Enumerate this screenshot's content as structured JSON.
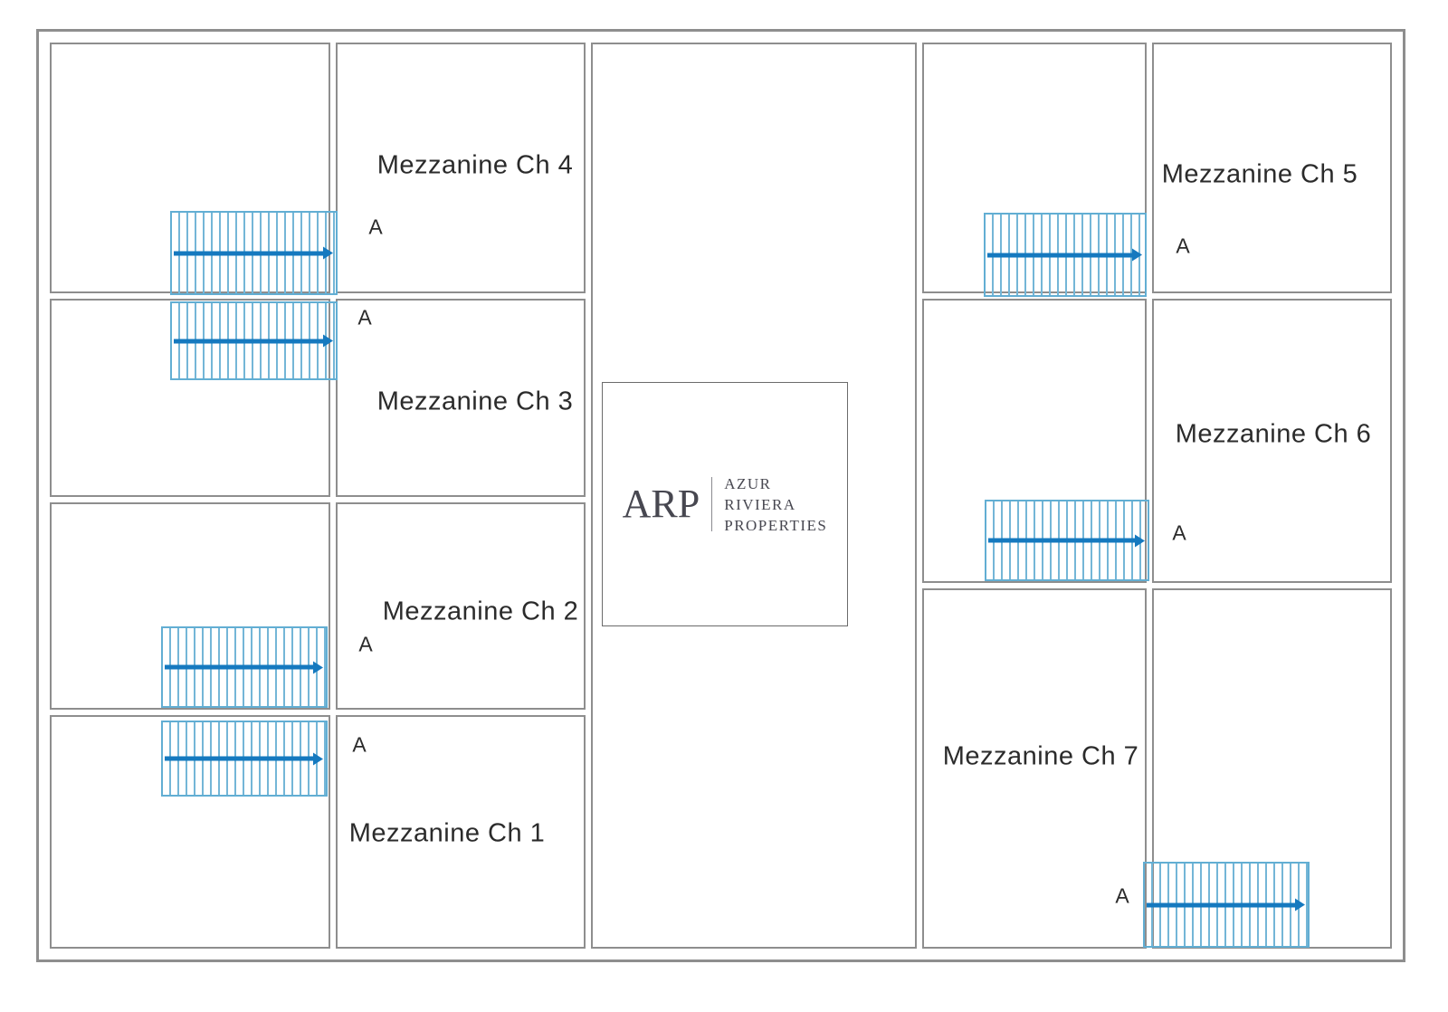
{
  "logo": {
    "monogram": "ARP",
    "lines": [
      "AZUR",
      "RIVIERA",
      "PROPERTIES"
    ]
  },
  "rooms": {
    "ch1": {
      "label": "Mezzanine Ch 1",
      "marker": "A"
    },
    "ch2": {
      "label": "Mezzanine Ch 2",
      "marker": "A"
    },
    "ch3": {
      "label": "Mezzanine Ch 3",
      "marker": "A"
    },
    "ch4": {
      "label": "Mezzanine Ch 4",
      "marker": "A"
    },
    "ch5": {
      "label": "Mezzanine Ch 5",
      "marker": "A"
    },
    "ch6": {
      "label": "Mezzanine Ch 6",
      "marker": "A"
    },
    "ch7": {
      "label": "Mezzanine Ch 7",
      "marker": "A"
    }
  },
  "colors": {
    "wall": "#8e8e8e",
    "stair_hatch": "#74b6d7",
    "stair_border": "#62aed3",
    "stair_arrow": "#1579bf",
    "label_text": "#2b2b2b",
    "logo_text": "#474750"
  }
}
